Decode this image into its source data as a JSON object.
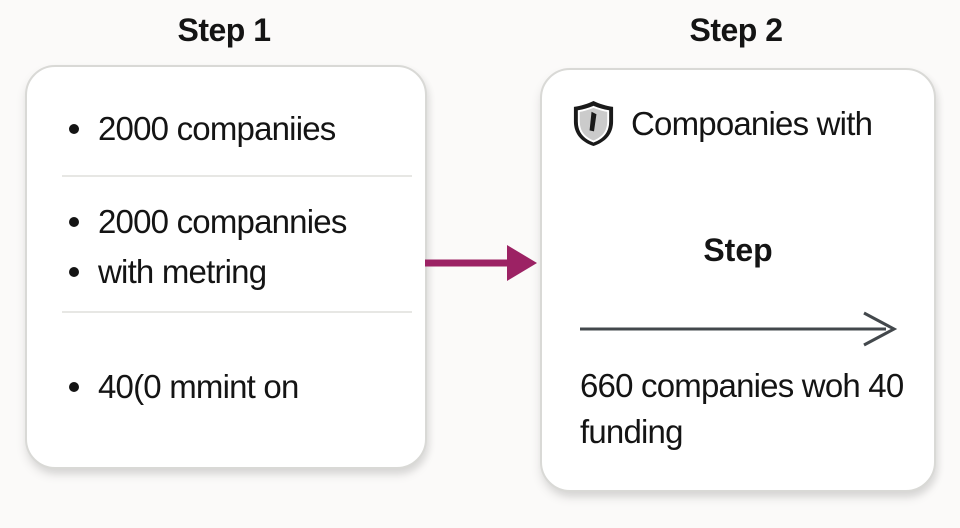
{
  "colors": {
    "background": "#fbfaf9",
    "card_background": "#ffffff",
    "card_border": "#d9d9d6",
    "text": "#141414",
    "connector_arrow": "#9c2264",
    "inner_arrow": "#43484c",
    "divider": "#e7e7e4"
  },
  "step1": {
    "title": "Step 1",
    "bullets": [
      "2000 companiies",
      "2000 compannies",
      "with metring",
      "40(0 mmint on"
    ]
  },
  "step2": {
    "title": "Step 2",
    "header_label": "Compoanies with",
    "mid_label": "Step",
    "result_lines": [
      "660 companies woh 40",
      "funding"
    ]
  }
}
